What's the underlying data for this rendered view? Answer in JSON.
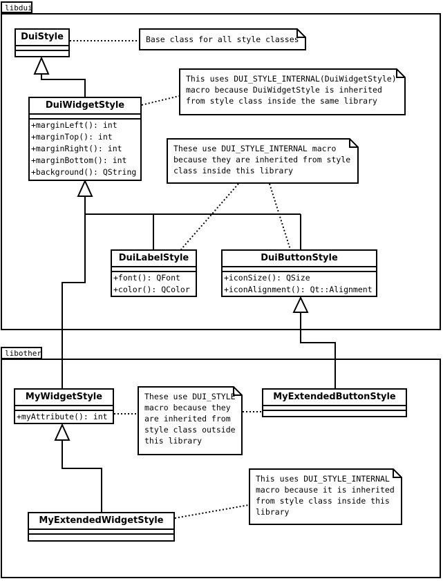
{
  "colors": {
    "line": "#000000",
    "background": "#ffffff",
    "node_fill": "#ffffff"
  },
  "packages": {
    "libdui": {
      "label": "libdui"
    },
    "libother": {
      "label": "libother"
    }
  },
  "classes": {
    "dui_style": {
      "name": "DuiStyle",
      "members": []
    },
    "dui_widget_style": {
      "name": "DuiWidgetStyle",
      "members": [
        "+marginLeft(): int",
        "+marginTop(): int",
        "+marginRight(): int",
        "+marginBottom(): int",
        "+background(): QString"
      ]
    },
    "dui_label_style": {
      "name": "DuiLabelStyle",
      "members": [
        "+font(): QFont",
        "+color(): QColor"
      ]
    },
    "dui_button_style": {
      "name": "DuiButtonStyle",
      "members": [
        "+iconSize(): QSize",
        "+iconAlignment(): Qt::Alignment"
      ]
    },
    "my_widget_style": {
      "name": "MyWidgetStyle",
      "members": [
        "+myAttribute(): int"
      ]
    },
    "my_extended_button_style": {
      "name": "MyExtendedButtonStyle",
      "members": []
    },
    "my_extended_widget_style": {
      "name": "MyExtendedWidgetStyle",
      "members": []
    }
  },
  "notes": {
    "base_class": {
      "text": "Base class for all style classes"
    },
    "widget_internal": {
      "text": "This uses DUI_STYLE_INTERNAL(DuiWidgetStyle)\nmacro because DuiWidgetStyle is inherited\nfrom style class inside the same library"
    },
    "internal_same_lib": {
      "text": "These use DUI_STYLE_INTERNAL macro\nbecause they are inherited from style\nclass inside this library"
    },
    "dui_style_macro": {
      "text": "These use DUI_STYLE\nmacro because they\nare inherited from\nstyle class outside\nthis library"
    },
    "extended_internal": {
      "text": "This uses DUI_STYLE_INTERNAL\nmacro because it is inherited\nfrom style class inside this\nlibrary"
    }
  },
  "relations": [
    {
      "type": "generalization",
      "from": "DuiWidgetStyle",
      "to": "DuiStyle"
    },
    {
      "type": "generalization",
      "from": "DuiLabelStyle",
      "to": "DuiWidgetStyle"
    },
    {
      "type": "generalization",
      "from": "DuiButtonStyle",
      "to": "DuiWidgetStyle"
    },
    {
      "type": "generalization",
      "from": "MyWidgetStyle",
      "to": "DuiWidgetStyle"
    },
    {
      "type": "generalization",
      "from": "MyExtendedButtonStyle",
      "to": "DuiButtonStyle"
    },
    {
      "type": "generalization",
      "from": "MyExtendedWidgetStyle",
      "to": "MyWidgetStyle"
    },
    {
      "type": "note-anchor",
      "from": "note:base_class",
      "to": "DuiStyle"
    },
    {
      "type": "note-anchor",
      "from": "note:widget_internal",
      "to": "DuiWidgetStyle"
    },
    {
      "type": "note-anchor",
      "from": "note:internal_same_lib",
      "to": "DuiLabelStyle"
    },
    {
      "type": "note-anchor",
      "from": "note:internal_same_lib",
      "to": "DuiButtonStyle"
    },
    {
      "type": "note-anchor",
      "from": "note:dui_style_macro",
      "to": "MyWidgetStyle"
    },
    {
      "type": "note-anchor",
      "from": "note:dui_style_macro",
      "to": "MyExtendedButtonStyle"
    },
    {
      "type": "note-anchor",
      "from": "note:extended_internal",
      "to": "MyExtendedWidgetStyle"
    }
  ]
}
